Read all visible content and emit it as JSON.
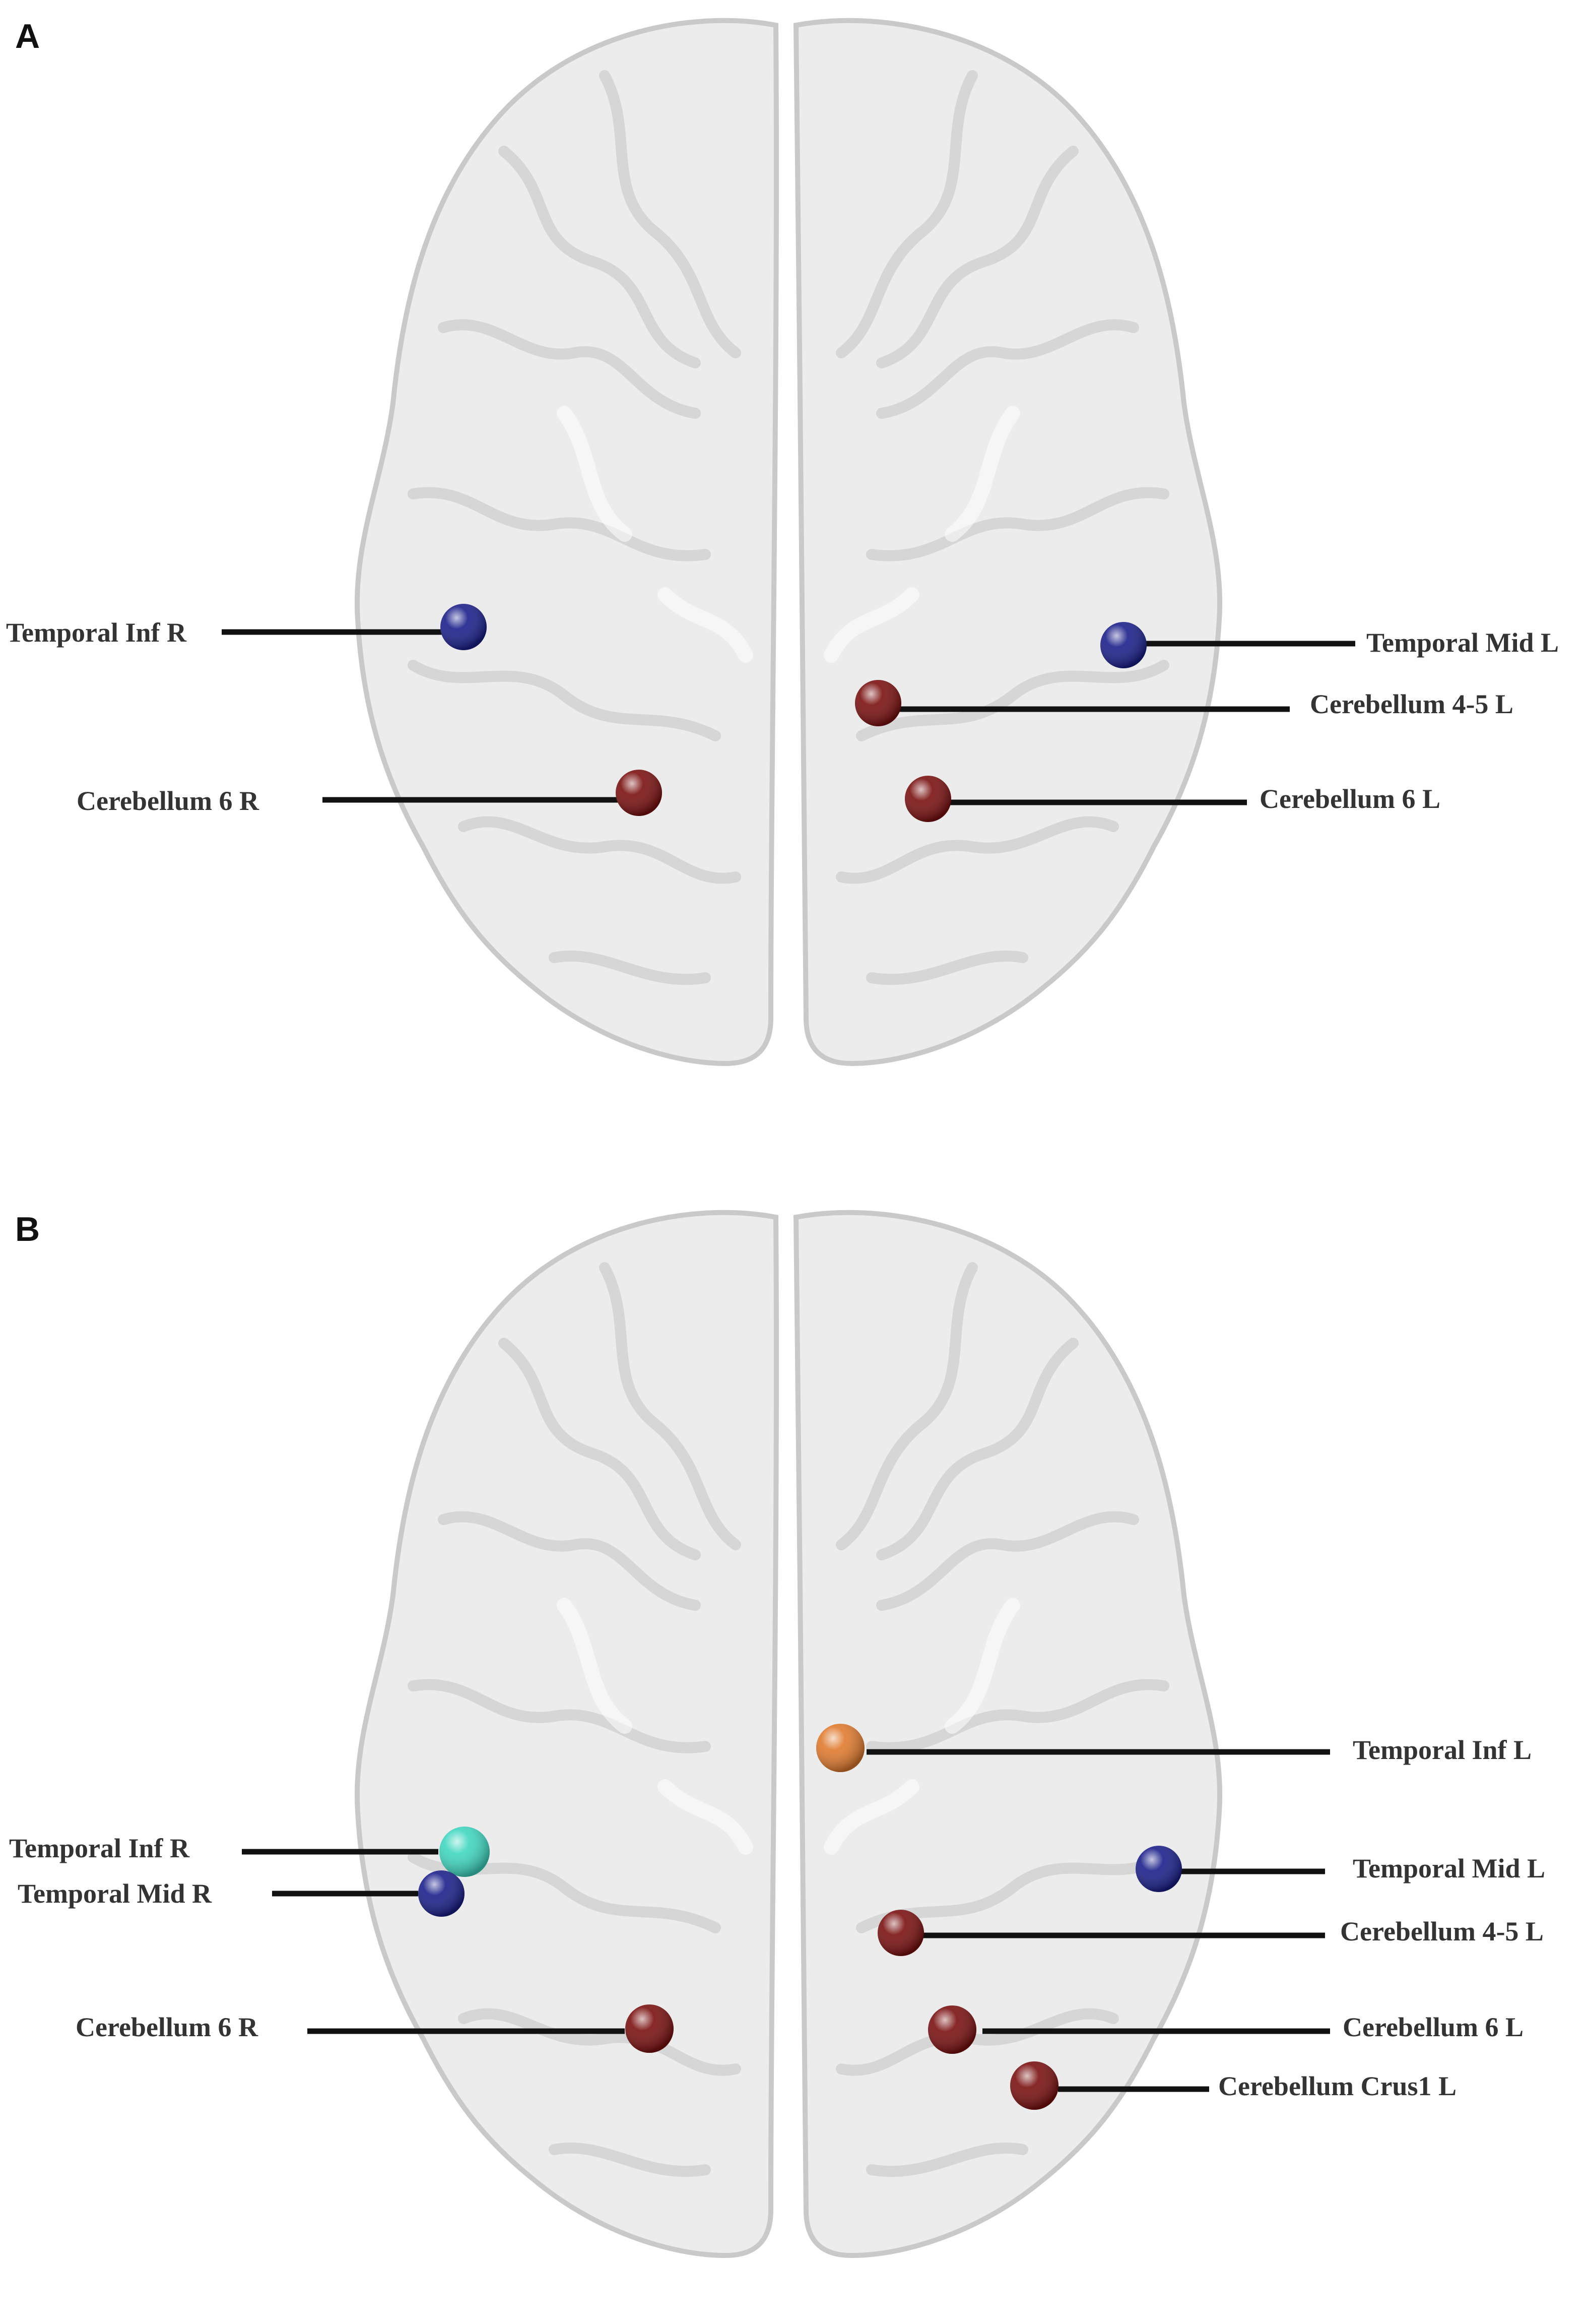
{
  "panels": [
    {
      "letter": "A",
      "rois": [
        {
          "label": "Temporal Inf R",
          "color": "#1b1f8a"
        },
        {
          "label": "Temporal Mid L",
          "color": "#1b1f8a"
        },
        {
          "label": "Cerebellum 4-5 L",
          "color": "#7a1010"
        },
        {
          "label": "Cerebellum 6 R",
          "color": "#7a1010"
        },
        {
          "label": "Cerebellum 6 L",
          "color": "#7a1010"
        }
      ]
    },
    {
      "letter": "B",
      "rois": [
        {
          "label": "Temporal Inf  L",
          "color": "#e07a2e"
        },
        {
          "label": "Temporal Inf R",
          "color": "#3fd6c0"
        },
        {
          "label": "Temporal Mid R",
          "color": "#1b1f8a"
        },
        {
          "label": "Temporal Mid L",
          "color": "#1b1f8a"
        },
        {
          "label": "Cerebellum 4-5 L",
          "color": "#7a1010"
        },
        {
          "label": "Cerebellum 6 R",
          "color": "#7a1010"
        },
        {
          "label": "Cerebellum 6 L",
          "color": "#7a1010"
        },
        {
          "label": "Cerebellum Crus1 L",
          "color": "#7a1010"
        }
      ]
    }
  ]
}
